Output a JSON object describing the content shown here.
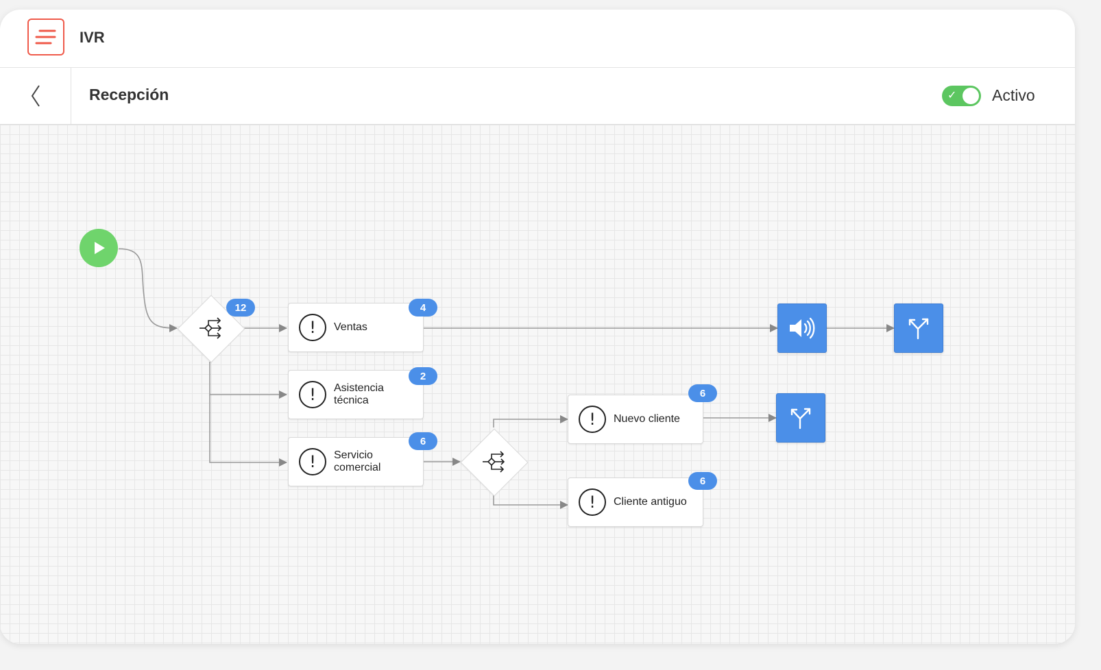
{
  "header": {
    "app_title": "IVR"
  },
  "subheader": {
    "page_title": "Recepción",
    "status_label": "Activo",
    "active": true
  },
  "flow": {
    "nodes": {
      "ventas": {
        "label": "Ventas",
        "badge": "4"
      },
      "asistencia": {
        "label1": "Asistencia",
        "label2": "técnica",
        "badge": "2"
      },
      "servicio": {
        "label1": "Servicio",
        "label2": "comercial",
        "badge": "6"
      },
      "nuevo": {
        "label": "Nuevo cliente",
        "badge": "6"
      },
      "antiguo": {
        "label": "Cliente antiguo",
        "badge": "6"
      }
    },
    "decision_main_badge": "12"
  },
  "colors": {
    "accent_blue": "#4b8fe8",
    "start_green": "#6fd46c",
    "toggle_green": "#5cc660",
    "logo_red": "#ef5a4a"
  },
  "icons": [
    "menu-logo-icon",
    "back-chevron-icon",
    "play-icon",
    "branch-icon",
    "alert-icon",
    "speaker-icon",
    "transfer-icon"
  ]
}
